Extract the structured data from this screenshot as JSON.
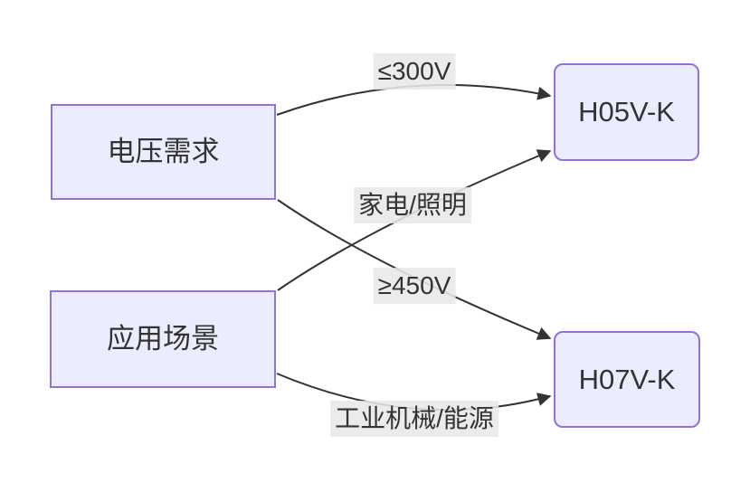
{
  "diagram": {
    "type": "flowchart-left-to-right",
    "nodes": {
      "voltage": {
        "label": "电压需求",
        "shape": "rectangle"
      },
      "scenario": {
        "label": "应用场景",
        "shape": "rectangle"
      },
      "h05vk": {
        "label": "H05V-K",
        "shape": "rounded-rectangle"
      },
      "h07vk": {
        "label": "H07V-K",
        "shape": "rounded-rectangle"
      }
    },
    "edges": [
      {
        "from": "电压需求",
        "to": "H05V-K",
        "label": "≤300V"
      },
      {
        "from": "电压需求",
        "to": "H07V-K",
        "label": "≥450V"
      },
      {
        "from": "应用场景",
        "to": "H05V-K",
        "label": "家电/照明"
      },
      {
        "from": "应用场景",
        "to": "H07V-K",
        "label": "工业机械/能源"
      }
    ],
    "edge_labels": {
      "voltage_to_h05vk": "≤300V",
      "voltage_to_h07vk": "≥450V",
      "scenario_to_h05vk": "家电/照明",
      "scenario_to_h07vk": "工业机械/能源"
    },
    "colors": {
      "background": "#ffffff",
      "node_fill": "#ECECFF",
      "node_border": "#9370DB",
      "node_text": "#333333",
      "edge_stroke": "#333333",
      "edge_label_bg": "#e8e8e8",
      "edge_label_text": "#333333"
    }
  }
}
